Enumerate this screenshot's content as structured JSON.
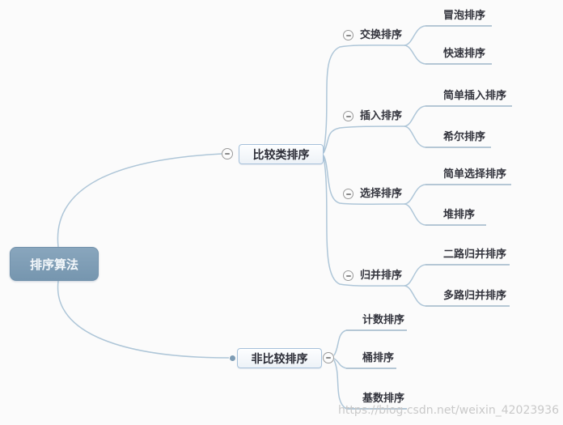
{
  "root": {
    "label": "排序算法"
  },
  "branches": [
    {
      "label": "比较类排序",
      "children": [
        {
          "label": "交换排序",
          "children": [
            {
              "label": "冒泡排序"
            },
            {
              "label": "快速排序"
            }
          ]
        },
        {
          "label": "插入排序",
          "children": [
            {
              "label": "简单插入排序"
            },
            {
              "label": "希尔排序"
            }
          ]
        },
        {
          "label": "选择排序",
          "children": [
            {
              "label": "简单选择排序"
            },
            {
              "label": "堆排序"
            }
          ]
        },
        {
          "label": "归并排序",
          "children": [
            {
              "label": "二路归并排序"
            },
            {
              "label": "多路归并排序"
            }
          ]
        }
      ]
    },
    {
      "label": "非比较排序",
      "children": [
        {
          "label": "计数排序"
        },
        {
          "label": "桶排序"
        },
        {
          "label": "基数排序"
        }
      ]
    }
  ],
  "watermark": "https://blog.csdn.net/weixin_42023936",
  "icons": {
    "collapse": "minus-circle"
  },
  "colors": {
    "root_fill": "#7e9cb4",
    "root_text": "#f4f8fb",
    "branch_line": "#aec6d8",
    "leaf_underline": "#b5c7d5",
    "node_border": "#a6c1da",
    "node_text": "#2b2c36",
    "watermark_text": "#c9c9c9",
    "background": "#fbfbfb"
  }
}
